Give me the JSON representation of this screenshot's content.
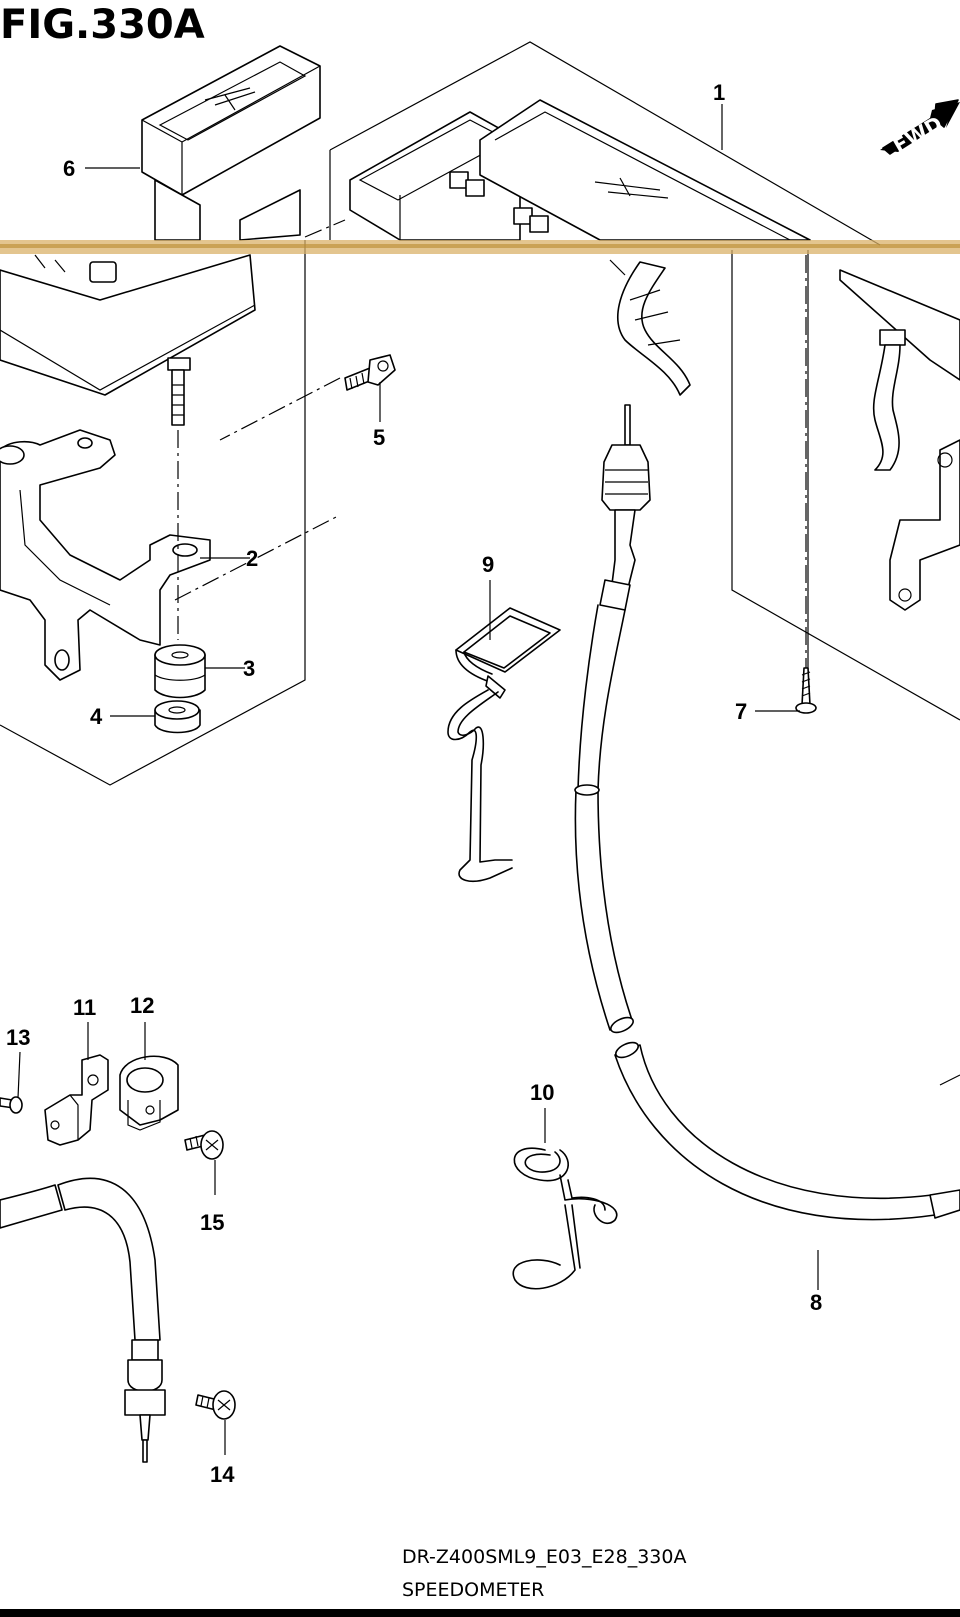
{
  "figure": {
    "title": "FIG.330A"
  },
  "direction": {
    "label": "FWD"
  },
  "callouts": [
    {
      "number": "1",
      "part": "speedometer-assy"
    },
    {
      "number": "2",
      "part": "bracket"
    },
    {
      "number": "3",
      "part": "cushion"
    },
    {
      "number": "4",
      "part": "nut"
    },
    {
      "number": "5",
      "part": "bolt"
    },
    {
      "number": "6",
      "part": "lamp-housing"
    },
    {
      "number": "7",
      "part": "screw"
    },
    {
      "number": "8",
      "part": "speedometer-cable"
    },
    {
      "number": "9",
      "part": "cable-guide"
    },
    {
      "number": "10",
      "part": "clamp"
    },
    {
      "number": "11",
      "part": "bracket-small"
    },
    {
      "number": "12",
      "part": "cable-clamp"
    },
    {
      "number": "13",
      "part": "rivet"
    },
    {
      "number": "14",
      "part": "screw-lower"
    },
    {
      "number": "15",
      "part": "screw-mid"
    }
  ],
  "footer": {
    "model_code": "DR-Z400SML9_E03_E28_330A",
    "caption": "SPEEDOMETER"
  }
}
